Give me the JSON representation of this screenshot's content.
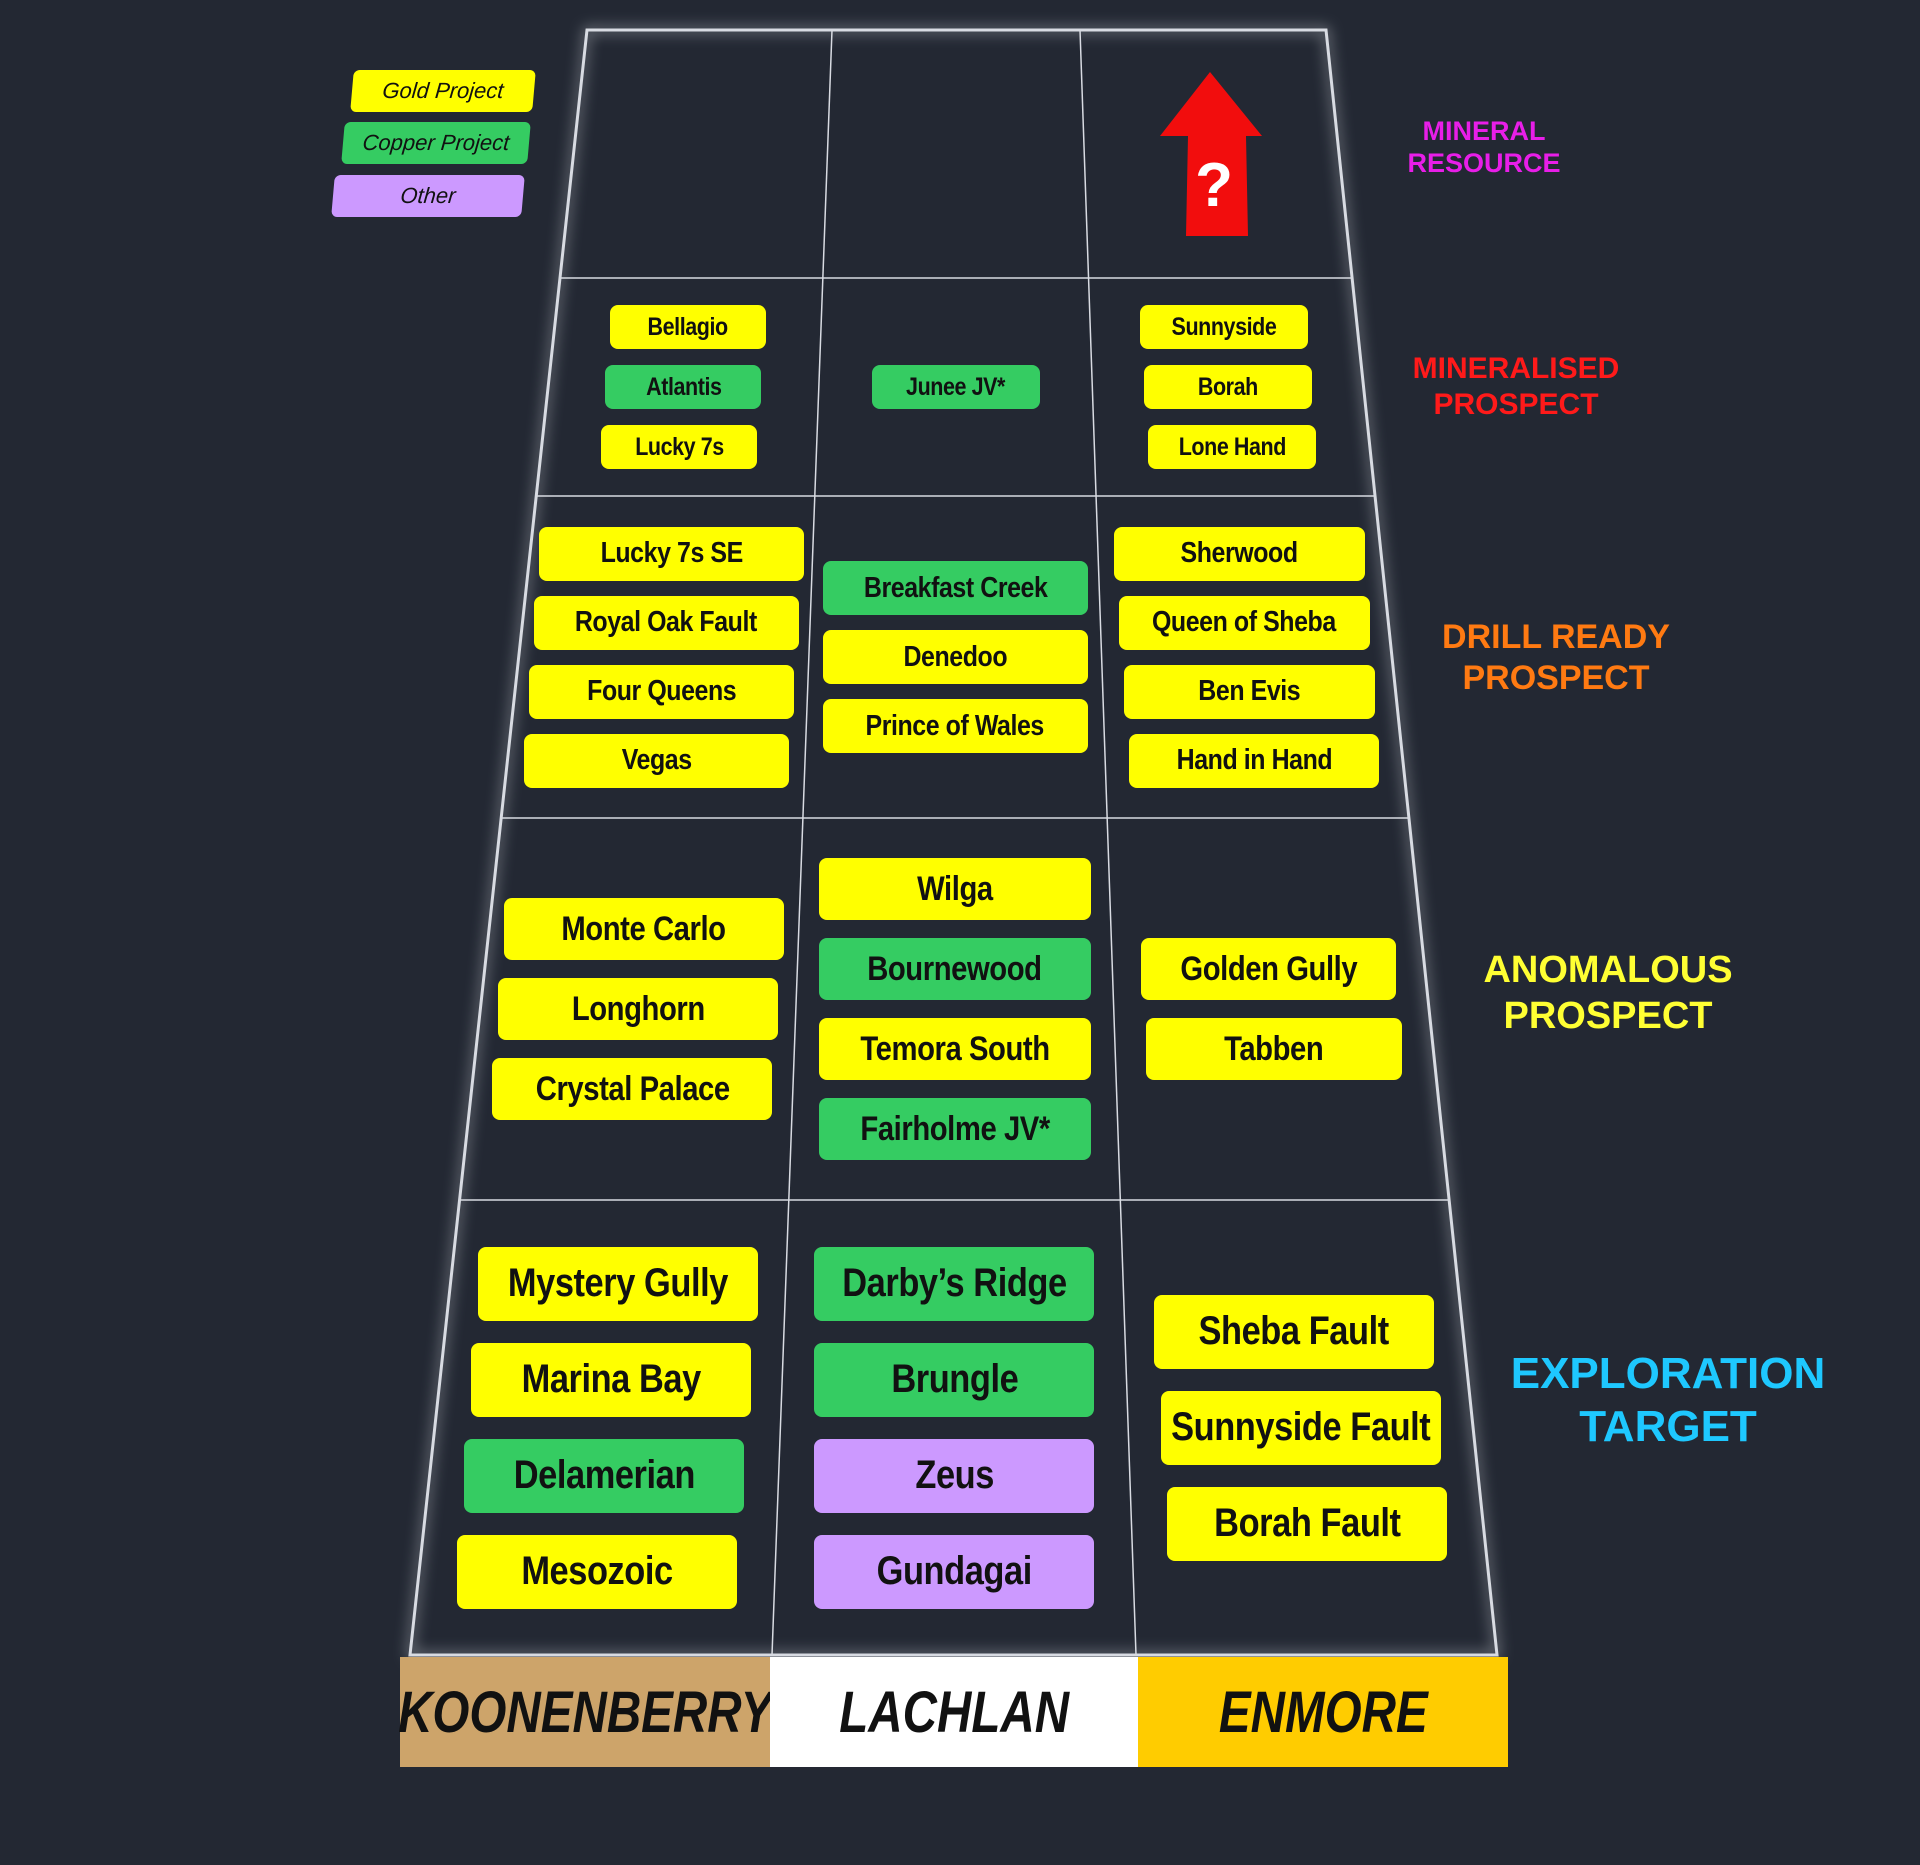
{
  "colors": {
    "background": "#232833",
    "grid_line": "#d8dbe2",
    "gold": "#ffff00",
    "copper": "#35cc62",
    "other": "#cc99ff",
    "arrow": "#f20d0d",
    "koonenberry": "#cda46a",
    "lachlan": "#ffffff",
    "enmore": "#ffcc00",
    "mineral_resource": "#e81ee8",
    "mineralised_prospect": "#ff1a1a",
    "drill_ready_prospect": "#ff7a12",
    "anomalous_prospect": "#ffff33",
    "exploration_target": "#1ec8ff"
  },
  "legend": [
    {
      "label": "Gold Project",
      "type": "gold"
    },
    {
      "label": "Copper Project",
      "type": "copper"
    },
    {
      "label": "Other",
      "type": "other"
    }
  ],
  "stages": [
    {
      "name": "mineral-resource",
      "lines": [
        "MINERAL",
        "RESOURCE"
      ],
      "color_key": "mineral_resource"
    },
    {
      "name": "mineralised-prospect",
      "lines": [
        "MINERALISED",
        "PROSPECT"
      ],
      "color_key": "mineralised_prospect"
    },
    {
      "name": "drill-ready-prospect",
      "lines": [
        "DRILL READY",
        "PROSPECT"
      ],
      "color_key": "drill_ready_prospect"
    },
    {
      "name": "anomalous-prospect",
      "lines": [
        "ANOMALOUS",
        "PROSPECT"
      ],
      "color_key": "anomalous_prospect"
    },
    {
      "name": "exploration-target",
      "lines": [
        "EXPLORATION",
        "TARGET"
      ],
      "color_key": "exploration_target"
    }
  ],
  "regions": [
    {
      "label": "KOONENBERRY",
      "color_key": "koonenberry"
    },
    {
      "label": "LACHLAN",
      "color_key": "lachlan"
    },
    {
      "label": "ENMORE",
      "color_key": "enmore"
    }
  ],
  "mineral_resource_marker": {
    "symbol": "?",
    "icon": "red-up-arrow-icon"
  },
  "projects": [
    {
      "stage": 1,
      "region": 0,
      "items": [
        {
          "label": "Bellagio",
          "type": "gold"
        },
        {
          "label": "Atlantis",
          "type": "copper"
        },
        {
          "label": "Lucky 7s",
          "type": "gold"
        }
      ]
    },
    {
      "stage": 1,
      "region": 1,
      "items": [
        {
          "label": "Junee JV*",
          "type": "copper"
        }
      ]
    },
    {
      "stage": 1,
      "region": 2,
      "items": [
        {
          "label": "Sunnyside",
          "type": "gold"
        },
        {
          "label": "Borah",
          "type": "gold"
        },
        {
          "label": "Lone Hand",
          "type": "gold"
        }
      ]
    },
    {
      "stage": 2,
      "region": 0,
      "items": [
        {
          "label": "Lucky 7s SE",
          "type": "gold"
        },
        {
          "label": "Royal Oak Fault",
          "type": "gold"
        },
        {
          "label": "Four Queens",
          "type": "gold"
        },
        {
          "label": "Vegas",
          "type": "gold"
        }
      ]
    },
    {
      "stage": 2,
      "region": 1,
      "items": [
        {
          "label": "Breakfast Creek",
          "type": "copper"
        },
        {
          "label": "Denedoo",
          "type": "gold"
        },
        {
          "label": "Prince of Wales",
          "type": "gold"
        }
      ]
    },
    {
      "stage": 2,
      "region": 2,
      "items": [
        {
          "label": "Sherwood",
          "type": "gold"
        },
        {
          "label": "Queen of Sheba",
          "type": "gold"
        },
        {
          "label": "Ben Evis",
          "type": "gold"
        },
        {
          "label": "Hand in Hand",
          "type": "gold"
        }
      ]
    },
    {
      "stage": 3,
      "region": 0,
      "items": [
        {
          "label": "Monte Carlo",
          "type": "gold"
        },
        {
          "label": "Longhorn",
          "type": "gold"
        },
        {
          "label": "Crystal Palace",
          "type": "gold"
        }
      ]
    },
    {
      "stage": 3,
      "region": 1,
      "items": [
        {
          "label": "Wilga",
          "type": "gold"
        },
        {
          "label": "Bournewood",
          "type": "copper"
        },
        {
          "label": "Temora South",
          "type": "gold"
        },
        {
          "label": "Fairholme JV*",
          "type": "copper"
        }
      ]
    },
    {
      "stage": 3,
      "region": 2,
      "items": [
        {
          "label": "Golden Gully",
          "type": "gold"
        },
        {
          "label": "Tabben",
          "type": "gold"
        }
      ]
    },
    {
      "stage": 4,
      "region": 0,
      "items": [
        {
          "label": "Mystery Gully",
          "type": "gold"
        },
        {
          "label": "Marina Bay",
          "type": "gold"
        },
        {
          "label": "Delamerian",
          "type": "copper"
        },
        {
          "label": "Mesozoic",
          "type": "gold"
        }
      ]
    },
    {
      "stage": 4,
      "region": 1,
      "items": [
        {
          "label": "Darby’s Ridge",
          "type": "copper"
        },
        {
          "label": "Brungle",
          "type": "copper"
        },
        {
          "label": "Zeus",
          "type": "other"
        },
        {
          "label": "Gundagai",
          "type": "other"
        }
      ]
    },
    {
      "stage": 4,
      "region": 2,
      "items": [
        {
          "label": "Sheba Fault",
          "type": "gold"
        },
        {
          "label": "Sunnyside Fault",
          "type": "gold"
        },
        {
          "label": "Borah Fault",
          "type": "gold"
        }
      ]
    }
  ]
}
